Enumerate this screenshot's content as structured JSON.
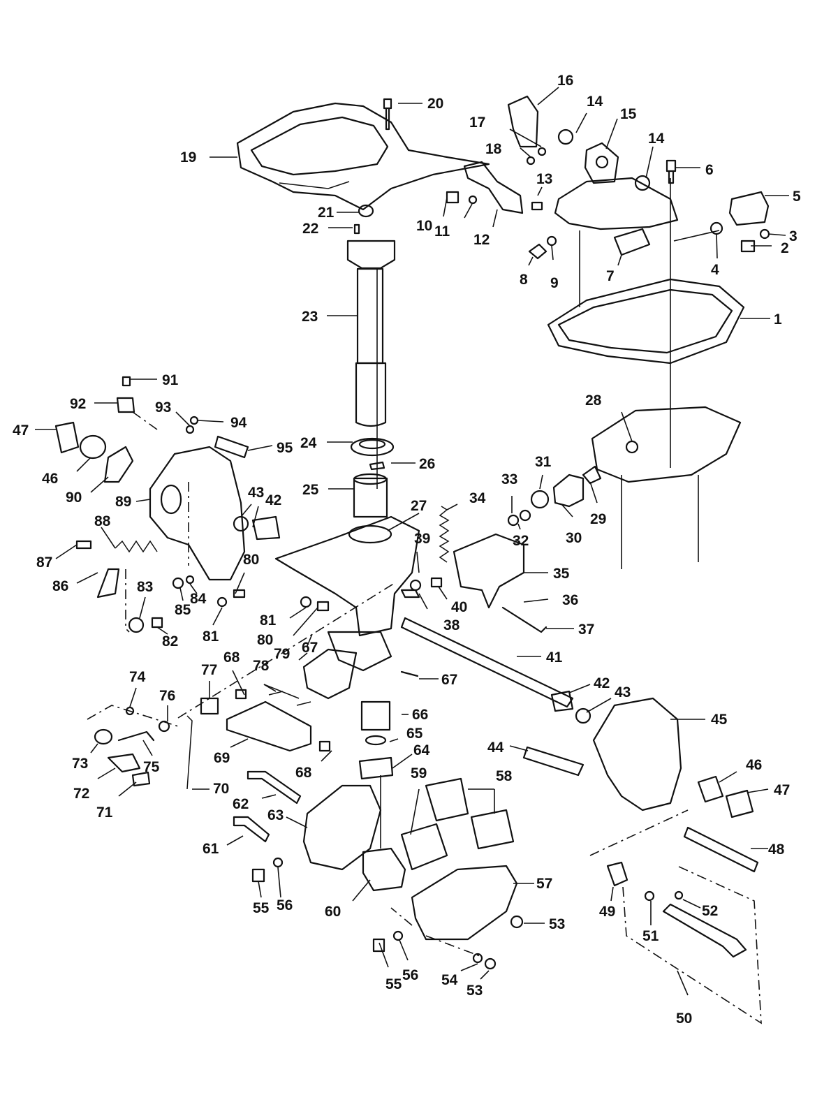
{
  "diagram": {
    "callouts": [
      "1",
      "2",
      "3",
      "4",
      "5",
      "6",
      "7",
      "8",
      "9",
      "10",
      "11",
      "12",
      "13",
      "14",
      "14",
      "15",
      "16",
      "17",
      "18",
      "19",
      "20",
      "21",
      "22",
      "23",
      "24",
      "25",
      "26",
      "27",
      "28",
      "29",
      "30",
      "31",
      "32",
      "33",
      "34",
      "35",
      "36",
      "37",
      "38",
      "39",
      "40",
      "41",
      "42",
      "42",
      "43",
      "43",
      "44",
      "45",
      "46",
      "46",
      "47",
      "47",
      "48",
      "49",
      "50",
      "51",
      "52",
      "53",
      "53",
      "54",
      "55",
      "55",
      "56",
      "56",
      "57",
      "58",
      "59",
      "60",
      "61",
      "62",
      "63",
      "64",
      "65",
      "66",
      "67",
      "67",
      "68",
      "68",
      "69",
      "70",
      "71",
      "72",
      "73",
      "74",
      "75",
      "76",
      "77",
      "78",
      "79",
      "80",
      "80",
      "81",
      "81",
      "82",
      "83",
      "84",
      "85",
      "86",
      "87",
      "88",
      "89",
      "90",
      "91",
      "92",
      "93",
      "94",
      "95"
    ]
  }
}
